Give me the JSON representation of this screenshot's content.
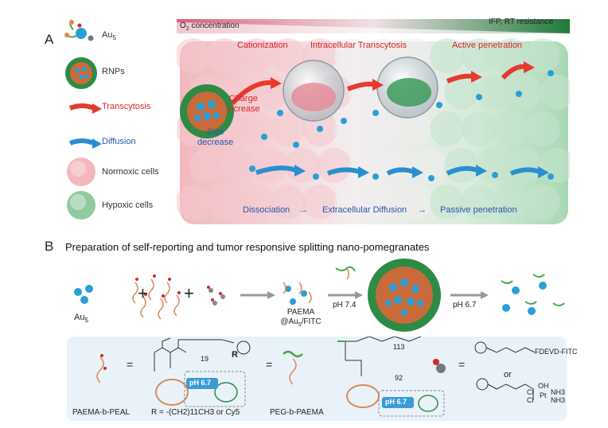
{
  "panel_a": {
    "letter": "A",
    "legend": [
      {
        "label": "Au5",
        "sub": "5",
        "base": "Au",
        "icon": "au5-cluster-icon"
      },
      {
        "label": "RNPs",
        "icon": "rnp-particle-icon"
      },
      {
        "label": "Transcytosis",
        "icon": "red-arrow-icon",
        "color": "#d9262a"
      },
      {
        "label": "Diffusion",
        "icon": "blue-arrow-icon",
        "color": "#2b55a8"
      },
      {
        "label": "Normoxic cells",
        "icon": "normoxic-cell-icon"
      },
      {
        "label": "Hypoxic cells",
        "icon": "hypoxic-cell-icon"
      }
    ],
    "gradient_left": "O2 concentration",
    "gradient_left_base": "O",
    "gradient_left_sub": "2",
    "gradient_left_rest": " concentration",
    "gradient_right": "IFP, RT resistance",
    "top_steps": [
      "Cationization",
      "Intracellular Transcytosis",
      "Active penetration"
    ],
    "bottom_steps": [
      "Dissociation",
      "Extracellular Diffusion",
      "Passive penetration"
    ],
    "charge_label": [
      "Charge",
      "increase"
    ],
    "size_label": [
      "Size",
      "decrease"
    ]
  },
  "panel_b": {
    "letter": "B",
    "title": "Preparation of self-reporting and tumor responsive splitting nano-pomegranates",
    "au5_label": "Au5",
    "au5_base": "Au",
    "au5_sub": "5",
    "plus": "+",
    "paema_label": [
      "PAEMA",
      "@Au5/FITC"
    ],
    "paema_line2_base": "@Au",
    "paema_line2_sub": "5",
    "paema_line2_rest": "/FITC",
    "ph_74": "pH 7.4",
    "ph_67": "pH 6.7",
    "box": {
      "equals": "=",
      "paema_peal_label": "PAEMA-b-PEAL",
      "r_label": "R = -(CH2)11CH3 or Cy5",
      "peg_paema_label": "PEG-b-PAEMA",
      "ph_switch": "pH 6.7",
      "or": "or",
      "fitc_label": "FDEVD-FITC",
      "r_letter": "R",
      "n_19": "19",
      "n_92": "92",
      "n_113": "113",
      "pt_labels": [
        "OH",
        "NH3",
        "NH3",
        "Cl",
        "Cl",
        "Pt"
      ]
    }
  },
  "colors": {
    "red": "#d9262a",
    "blue": "#2b55a8",
    "cell_pink": "#f2b8bd",
    "cell_green": "#b9ddc3",
    "gradient_dark_green": "#1f7a3c",
    "gradient_pink": "#d9607a",
    "box_bg": "#e9f2f8",
    "teal": "#2a9fd6"
  }
}
